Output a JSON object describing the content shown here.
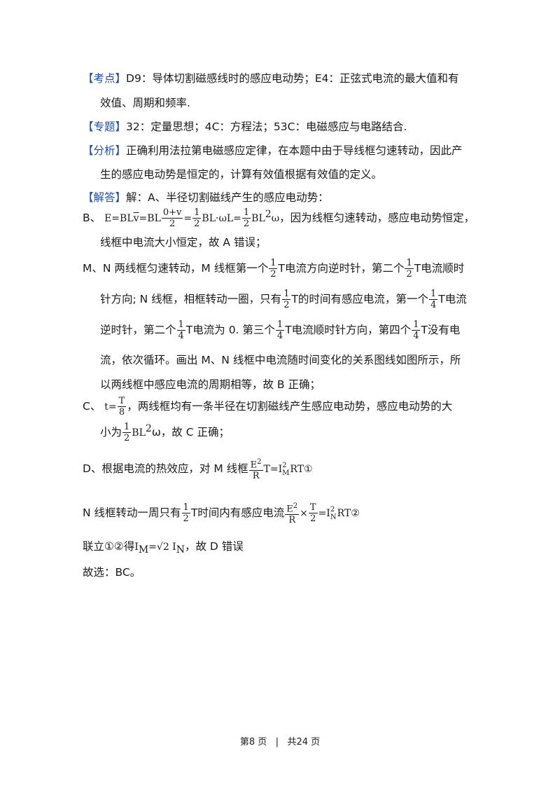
{
  "lines": {
    "kaodian_tag": "【考点】",
    "kaodian_1": "D9：导体切割磁感线时的感应电动势；E4：正弦式电流的最大值和有",
    "kaodian_2": "效值、周期和频率.",
    "zhuanti_tag": "【专题】",
    "zhuanti": "32：定量思想；4C：方程法；53C：电磁感应与电路结合.",
    "fenxi_tag": "【分析】",
    "fenxi_1": "正确利用法拉第电磁感应定律，在本题中由于导线框匀速转动，因此产",
    "fenxi_2": "生的感应电动势是恒定的，计算有效值根据有效值的定义。",
    "jieda_tag": "【解答】",
    "jieda": "解：A、半径切割磁线产生的感应电动势：",
    "b_prefix": "B、",
    "b_formula_a": "E=BL",
    "b_formula_v": "v",
    "b_formula_b": "=BL",
    "b_frac1_num": "0+v",
    "b_frac1_den": "2",
    "b_eq": "=",
    "b_frac2_num": "1",
    "b_frac2_den": "2",
    "b_formula_c": "BL·ωL=",
    "b_frac3_num": "1",
    "b_frac3_den": "2",
    "b_formula_d": "BL",
    "b_sup": "2",
    "b_omega": "ω",
    "b_tail": "，因为线框匀速转动，感应电动势恒定，",
    "b_2": "线框中电流大小恒定，故 A 错误；",
    "mn_1a": "M、N 两线框匀速转动，M 线框第一个",
    "mn_1b": "T电流方向逆时针，第二个",
    "mn_1c": "T电流顺时",
    "mn_2a": "针方向; N 线框，相框转动一圈，只有",
    "mn_2b": "T的时间有感应电流，第一个",
    "mn_2c": "T电流",
    "mn_3a": "逆时针，第二个",
    "mn_3b": "T电流为 0. 第三个",
    "mn_3c": "T电流顺时针方向，第四个",
    "mn_3d": "T没有电",
    "mn_4": "流，依次循环。画出 M、N 线框中电流随时间变化的关系图线如图所示，所",
    "mn_5": "以两线框中感应电流的周期相等，故 B 正确；",
    "half_num": "1",
    "half_den": "2",
    "quarter_num": "1",
    "quarter_den": "4",
    "c_prefix": "C、",
    "c_t": "t=",
    "c_frac_num": "T",
    "c_frac_den": "8",
    "c_tail": "，两线框均有一条半径在切割磁线产生感应电动势，感应电动势的大",
    "c_2a": "小为",
    "c_2b": "BL",
    "c_2c": "ω，故 C 正确；",
    "d_1": "D、根据电流的热效应，对 M 线框",
    "d_frac_num": "E",
    "d_frac_den": "R",
    "d_1b": "T=I",
    "d_1c": "RT①",
    "d_sub_m": "M",
    "n_1": "N 线框转动一周只有",
    "n_1b": "T时间内有感应电流",
    "n_times": "×",
    "n_eq": "=I",
    "n_sub": "N",
    "n_tail": "RT②",
    "lianli_a": "联立①②得",
    "lianli_b": "I",
    "lianli_sub_m": "M",
    "lianli_c": "=√2 I",
    "lianli_sub_n": "N",
    "lianli_d": "，故 D 错误",
    "gu": "故选：BC。"
  },
  "footer": {
    "page": "第8 页",
    "sep": "|",
    "total": "共24 页"
  }
}
